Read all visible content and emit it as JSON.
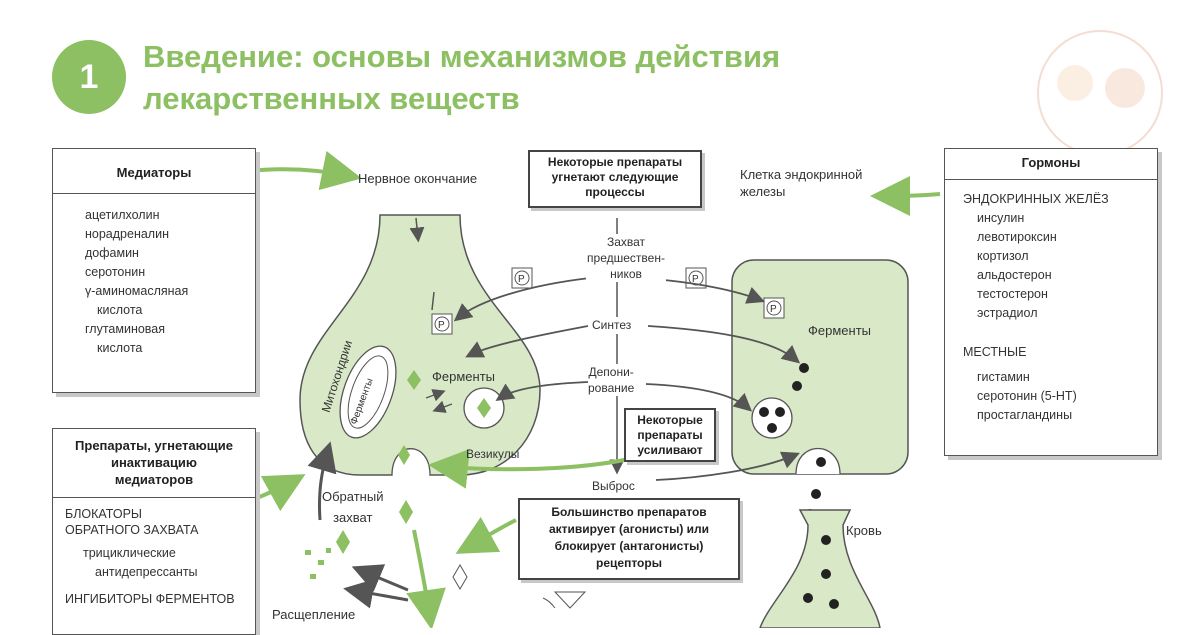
{
  "header": {
    "number": "1",
    "title_line1": "Введение: основы механизмов действия",
    "title_line2": "лекарственных веществ"
  },
  "mediators": {
    "title": "Медиаторы",
    "items": [
      "ацетилхолин",
      "норадреналин",
      "дофамин",
      "серотонин",
      "γ-аминомасляная",
      "кислота",
      "глутаминовая",
      "кислота"
    ]
  },
  "inhibitors": {
    "title_line1": "Препараты, угнетающие",
    "title_line2": "инактивацию",
    "title_line3": "медиаторов",
    "items": [
      "БЛОКАТОРЫ",
      "ОБРАТНОГО ЗАХВАТА",
      "трициклические",
      "антидепрессанты",
      "ИНГИБИТОРЫ ФЕРМЕНТОВ"
    ]
  },
  "hormones": {
    "title": "Гормоны",
    "section1": "ЭНДОКРИННЫХ ЖЕЛЁЗ",
    "items1": [
      "инсулин",
      "левотироксин",
      "кортизол",
      "альдостерон",
      "тестостерон",
      "эстрадиол"
    ],
    "section2": "МЕСТНЫЕ",
    "items2": [
      "гистамин",
      "серотонин (5-HT)",
      "простагландины"
    ]
  },
  "center_box": {
    "line1": "Некоторые препараты",
    "line2": "угнетают следующие",
    "line3": "процессы"
  },
  "enhance_box": {
    "line1": "Некоторые",
    "line2": "препараты",
    "line3": "усиливают"
  },
  "receptor_box": {
    "line1": "Большинство препаратов",
    "line2": "активирует (агонисты) или",
    "line3": "блокирует (антагонисты)",
    "line4": "рецепторы"
  },
  "labels": {
    "nerve_ending": "Нервное окончание",
    "endocrine_cell_1": "Клетка эндокринной",
    "endocrine_cell_2": "железы",
    "capture_1": "Захват",
    "capture_2": "предшествен-",
    "capture_3": "ников",
    "synthesis": "Синтез",
    "depot_1": "Депони-",
    "depot_2": "рование",
    "release": "Выброс",
    "enzymes_left": "Ферменты",
    "enzymes_right": "Ферменты",
    "vesicles": "Везикулы",
    "mitochondria": "Митохондрии",
    "enzymes_mito": "Ферменты",
    "reuptake_1": "Обратный",
    "reuptake_2": "захват",
    "breakdown": "Расщепление",
    "blood": "Кровь",
    "p": "P"
  },
  "colors": {
    "accent_green": "#8cc063",
    "cell_fill": "#d9e9c7",
    "arrow_green": "#8cc063",
    "arrow_gray": "#666666"
  }
}
